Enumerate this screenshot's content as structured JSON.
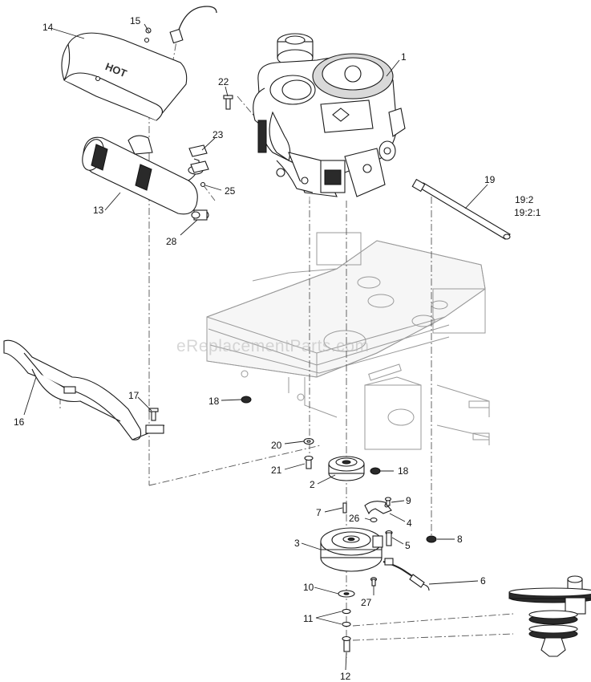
{
  "watermark": "eReplacementParts.com",
  "heat_shield_text": "HOT",
  "callouts": {
    "c1": "1",
    "c2": "2",
    "c3": "3",
    "c4": "4",
    "c5": "5",
    "c6": "6",
    "c7": "7",
    "c8": "8",
    "c9": "9",
    "c10": "10",
    "c11": "11",
    "c12": "12",
    "c13": "13",
    "c14": "14",
    "c15": "15",
    "c16": "16",
    "c17": "17",
    "c18a": "18",
    "c18b": "18",
    "c19": "19",
    "c19ref1": "19:2",
    "c19ref2": "19:2:1",
    "c20": "20",
    "c21": "21",
    "c22": "22",
    "c23": "23",
    "c25": "25",
    "c26": "26",
    "c27": "27",
    "c28": "28"
  }
}
